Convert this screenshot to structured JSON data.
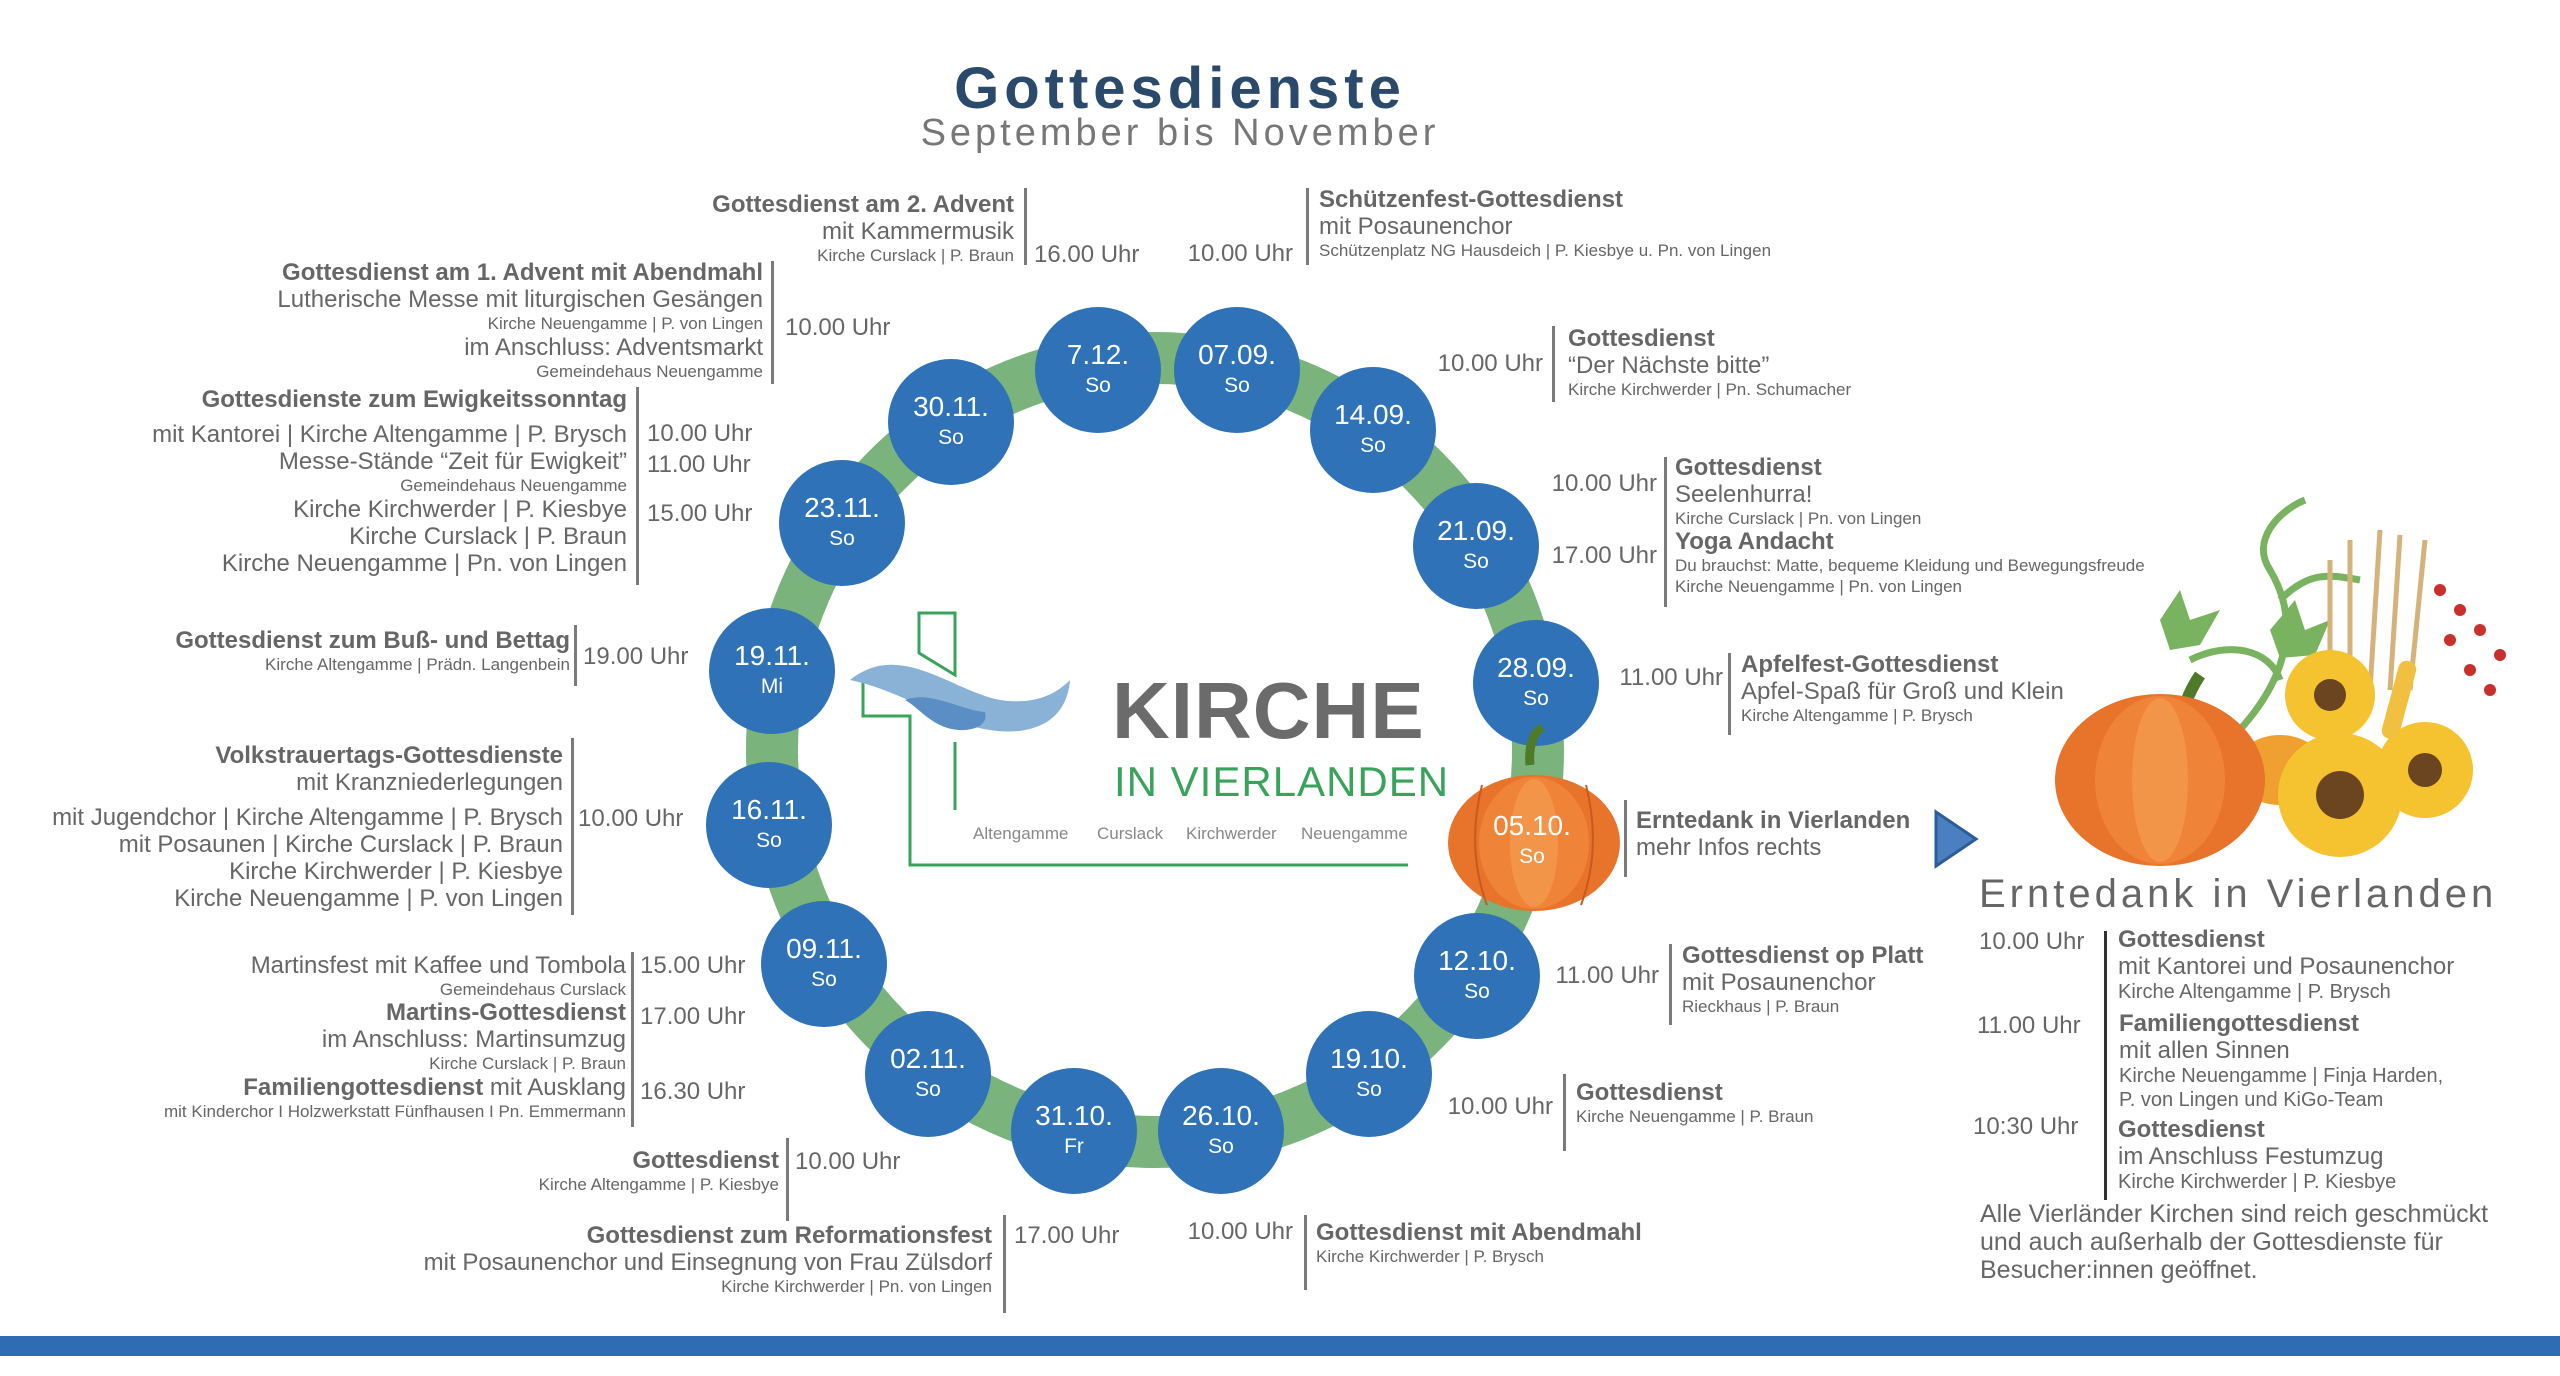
{
  "header": {
    "title": "Gottesdienste",
    "subtitle": "September bis November"
  },
  "colors": {
    "circle": "#2f72b7",
    "ring": "#7ab37b",
    "title": "#2b4a6b",
    "text": "#666666",
    "logo_green": "#3aa35b",
    "bar": "#2e6db4"
  },
  "dates": {
    "d0712": {
      "date": "7.12.",
      "day": "So"
    },
    "d0709": {
      "date": "07.09.",
      "day": "So"
    },
    "d3011": {
      "date": "30.11.",
      "day": "So"
    },
    "d1409": {
      "date": "14.09.",
      "day": "So"
    },
    "d2311": {
      "date": "23.11.",
      "day": "So"
    },
    "d2109": {
      "date": "21.09.",
      "day": "So"
    },
    "d1911": {
      "date": "19.11.",
      "day": "Mi"
    },
    "d2809": {
      "date": "28.09.",
      "day": "So"
    },
    "d1611": {
      "date": "16.11.",
      "day": "So"
    },
    "d0510": {
      "date": "05.10.",
      "day": "So"
    },
    "d0911": {
      "date": "09.11.",
      "day": "So"
    },
    "d1210": {
      "date": "12.10.",
      "day": "So"
    },
    "d0211": {
      "date": "02.11.",
      "day": "So"
    },
    "d1910": {
      "date": "19.10.",
      "day": "So"
    },
    "d3110": {
      "date": "31.10.",
      "day": "Fr"
    },
    "d2610": {
      "date": "26.10.",
      "day": "So"
    }
  },
  "events": {
    "advent2": {
      "title": "Gottesdienst am 2. Advent",
      "l1": "mit Kammermusik",
      "l2": "Kirche Curslack | P. Braun",
      "time": "16.00 Uhr"
    },
    "schuetzen": {
      "title": "Schützenfest-Gottesdienst",
      "l1": "mit Posaunenchor",
      "l2": "Schützenplatz NG Hausdeich | P. Kiesbye u. Pn. von Lingen",
      "time": "10.00 Uhr"
    },
    "advent1": {
      "title": "Gottesdienst am 1. Advent mit Abendmahl",
      "l1": "Lutherische Messe mit liturgischen Gesängen",
      "l2": "Kirche Neuengamme | P. von Lingen",
      "l3": "im Anschluss: Adventsmarkt",
      "l4": "Gemeindehaus Neuengamme",
      "time": "10.00 Uhr"
    },
    "ewigkeit": {
      "title": "Gottesdienste zum Ewigkeitssonntag",
      "l1": "mit Kantorei | Kirche Altengamme | P. Brysch",
      "l2": "Messe-Stände “Zeit für Ewigkeit”",
      "l3": "Gemeindehaus Neuengamme",
      "l4": "Kirche Kirchwerder | P. Kiesbye",
      "l5": "Kirche Curslack | P. Braun",
      "l6": "Kirche Neuengamme | Pn. von Lingen",
      "time1": "10.00 Uhr",
      "time2": "11.00 Uhr",
      "time3": "15.00 Uhr"
    },
    "busstag": {
      "title": "Gottesdienst zum Buß- und Bettag",
      "l1": "Kirche Altengamme | Prädn. Langenbein",
      "time": "19.00 Uhr"
    },
    "volkstrauer": {
      "title": "Volkstrauertags-Gottesdienste",
      "l1": "mit Kranzniederlegungen",
      "l2": "mit Jugendchor | Kirche Altengamme | P. Brysch",
      "l3": "mit Posaunen | Kirche Curslack | P. Braun",
      "l4": "Kirche Kirchwerder | P. Kiesbye",
      "l5": "Kirche Neuengamme | P. von Lingen",
      "time": "10.00 Uhr"
    },
    "martin": {
      "l1": "Martinsfest mit Kaffee und Tombola",
      "l2": "Gemeindehaus Curslack",
      "title": "Martins-Gottesdienst",
      "l3": "im Anschluss: Martinsumzug",
      "l4": "Kirche Curslack | P. Braun",
      "title2": "Familiengottesdienst",
      "l5": " mit Ausklang",
      "l6": "mit Kinderchor I Holzwerkstatt Fünfhausen I Pn. Emmermann",
      "time1": "15.00 Uhr",
      "time2": "17.00 Uhr",
      "time3": "16.30 Uhr"
    },
    "nov02": {
      "title": "Gottesdienst",
      "l1": "Kirche Altengamme | P. Kiesbye",
      "time": "10.00 Uhr"
    },
    "reformation": {
      "title": "Gottesdienst zum Reformationsfest",
      "l1": "mit Posaunenchor und Einsegnung von Frau Zülsdorf",
      "l2": "Kirche Kirchwerder | Pn. von Lingen",
      "time": "17.00 Uhr"
    },
    "abendmahl": {
      "title": "Gottesdienst mit Abendmahl",
      "l1": "Kirche Kirchwerder | P. Brysch",
      "time": "10.00 Uhr"
    },
    "sep14": {
      "title": "Gottesdienst",
      "l1": "“Der Nächste bitte”",
      "l2": "Kirche Kirchwerder | Pn. Schumacher",
      "time": "10.00 Uhr"
    },
    "sep21": {
      "title": "Gottesdienst",
      "l1": "Seelenhurra!",
      "l2": "Kirche Curslack | Pn. von Lingen",
      "title2": "Yoga Andacht",
      "l3": "Du brauchst: Matte, bequeme Kleidung und Bewegungsfreude",
      "l4": "Kirche Neuengamme | Pn. von Lingen",
      "time1": "10.00 Uhr",
      "time2": "17.00 Uhr"
    },
    "sep28": {
      "title": "Apfelfest-Gottesdienst",
      "l1": "Apfel-Spaß für Groß und Klein",
      "l2": "Kirche Altengamme | P. Brysch",
      "time": "11.00 Uhr"
    },
    "oct05": {
      "title": "Erntedank in Vierlanden",
      "l1": "mehr Infos rechts"
    },
    "oct12": {
      "title": "Gottesdienst op Platt",
      "l1": "mit Posaunenchor",
      "l2": "Rieckhaus | P. Braun",
      "time": "11.00 Uhr"
    },
    "oct19": {
      "title": "Gottesdienst",
      "l1": "Kirche Neuengamme | P. Braun",
      "time": "10.00 Uhr"
    }
  },
  "logo": {
    "name": "KIRCHE",
    "sub": "IN VIERLANDEN",
    "places": [
      "Altengamme",
      "Curslack",
      "Kirchwerder",
      "Neuengamme"
    ]
  },
  "erntedank": {
    "heading": "Erntedank in Vierlanden",
    "items": [
      {
        "time": "10.00 Uhr",
        "title": "Gottesdienst",
        "l1": "mit Kantorei und Posaunenchor",
        "l2": "Kirche Altengamme | P. Brysch"
      },
      {
        "time": "11.00 Uhr",
        "title": "Familiengottesdienst",
        "l1": "mit allen Sinnen",
        "l2": "Kirche Neuengamme | Finja Harden,",
        "l3": "P. von Lingen und KiGo-Team"
      },
      {
        "time": "10:30 Uhr",
        "title": "Gottesdienst",
        "l1": "im Anschluss Festumzug",
        "l2": "Kirche Kirchwerder | P. Kiesbye"
      }
    ],
    "note1": "Alle Vierländer Kirchen sind reich geschmückt",
    "note2": "und auch außerhalb der Gottesdienste für",
    "note3": "Besucher:innen geöffnet."
  }
}
